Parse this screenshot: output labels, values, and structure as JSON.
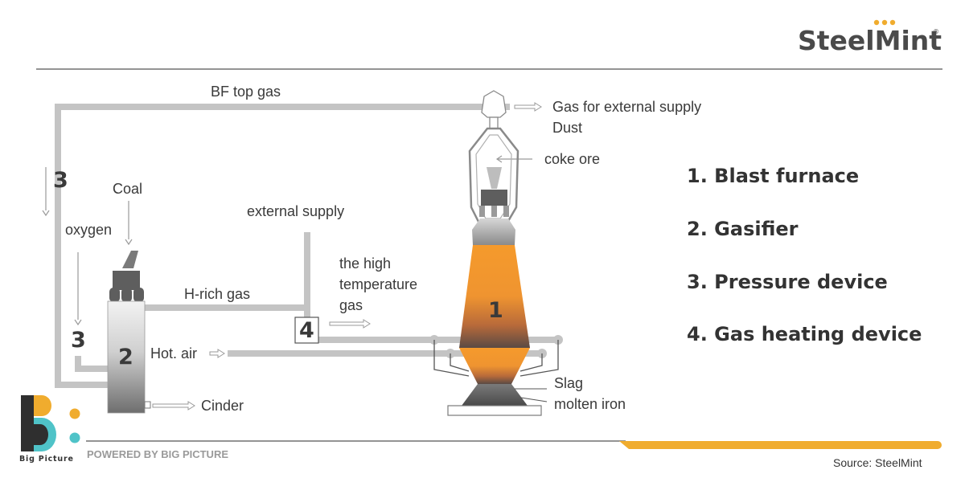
{
  "brand": {
    "name": "SteelMint",
    "registered": "®"
  },
  "labels": {
    "bf_top_gas": "BF top gas",
    "gas_external": "Gas for external supply",
    "dust": "Dust",
    "coke_ore": "coke ore",
    "coal": "Coal",
    "oxygen": "oxygen",
    "external_supply": "external supply",
    "high_temp_1": "the high",
    "high_temp_2": "temperature",
    "high_temp_3": "gas",
    "h_rich_gas": "H-rich gas",
    "hot_air": "Hot. air",
    "cinder": "Cinder",
    "slag": "Slag",
    "molten_iron": "molten iron"
  },
  "markers": {
    "furnace": "1",
    "gasifier": "2",
    "pressure_top": "3",
    "pressure_bottom": "3",
    "heater": "4"
  },
  "legend": [
    "1. Blast furnace",
    "2. Gasifier",
    "3. Pressure device",
    "4. Gas heating device"
  ],
  "footer": {
    "logo_name": "Big Picture",
    "powered": "POWERED BY BIG PICTURE",
    "source": "Source: SteelMint"
  },
  "colors": {
    "furnace_top": "#f59a2c",
    "furnace_bottom": "#4a4a4a",
    "pipe": "#c4c4c4",
    "accent_yellow": "#f0ac2e",
    "logo_teal": "#4fc3c8"
  }
}
